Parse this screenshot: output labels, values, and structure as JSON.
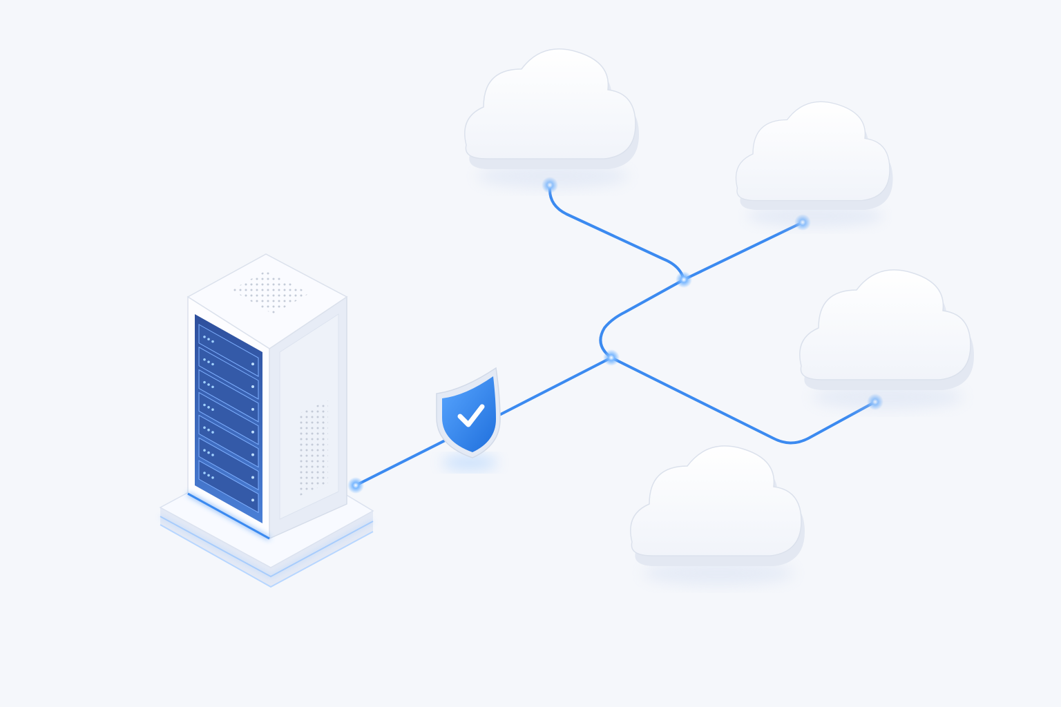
{
  "colors": {
    "background": "#f5f7fb",
    "accent": "#3b8af0",
    "accent_glow": "#6fb1ff",
    "server_face": "#fdfdff",
    "server_side": "#e9edf6",
    "server_panel": "#3a5fb0",
    "cloud_fill": "#ffffff",
    "cloud_shade": "#e6ebf4",
    "shield_fill": "#2f86f2",
    "shield_rim": "#e8eef8"
  },
  "icons": {
    "server": "server-rack-icon",
    "shield": "shield-check-icon",
    "cloud": "cloud-icon"
  },
  "server": {
    "drive_bays": 7
  },
  "clouds": [
    {
      "id": "cloud-top-left",
      "connected": true
    },
    {
      "id": "cloud-top-right",
      "connected": true
    },
    {
      "id": "cloud-middle-right",
      "connected": true
    },
    {
      "id": "cloud-bottom",
      "connected": false
    }
  ]
}
